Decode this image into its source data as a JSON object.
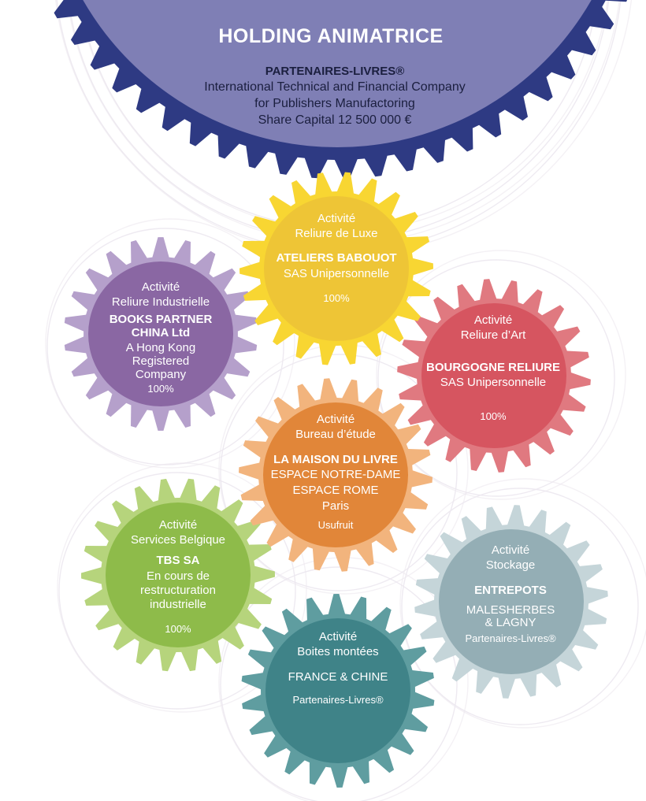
{
  "holding": {
    "title": "HOLDING ANIMATRICE",
    "name": "PARTENAIRES-LIVRES®",
    "line1": "International Technical and Financial Company",
    "line2": "for Publishers Manufactoring",
    "line3": "Share Capital 12 500 000 €"
  },
  "gears": {
    "luxe": {
      "label": "Activité\nReliure de Luxe",
      "name": "ATELIERS BABOUOT",
      "sub": "SAS Unipersonnelle",
      "footer": "100%",
      "color": "#eec536",
      "outer_color": "#f8d632"
    },
    "industrielle": {
      "label": "Activité\nReliure Industrielle",
      "name": "BOOKS PARTNER\nCHINA  Ltd",
      "sub": "A Hong Kong\nRegistered\nCompany",
      "footer": "100%",
      "color": "#8a67a3",
      "outer_color": "#b5a0cb"
    },
    "art": {
      "label": "Activité\nReliure d’Art",
      "name": "BOURGOGNE RELIURE",
      "sub": "SAS Unipersonnelle",
      "footer": "100%",
      "color": "#d65560",
      "outer_color": "#e07980"
    },
    "etude": {
      "label": "Activité\nBureau d’étude",
      "name": "LA MAISON DU LIVRE",
      "sub": "ESPACE NOTRE-DAME\nESPACE ROME\nParis",
      "footer": "Usufruit",
      "color": "#e18639",
      "outer_color": "#f2b47d"
    },
    "belgique": {
      "label": "Activité\nServices Belgique",
      "name": "TBS SA",
      "sub": "En cours de\nrestructuration\nindustrielle",
      "footer": "100%",
      "color": "#8ebb4a",
      "outer_color": "#b6d47c"
    },
    "stockage": {
      "label": "Activité\nStockage",
      "name": "ENTREPOTS",
      "sub": "MALESHERBES\n& LAGNY",
      "footer": "Partenaires-Livres®",
      "color": "#94aeb5",
      "outer_color": "#c5d5d9"
    },
    "boites": {
      "label": "Activité\nBoites montées",
      "name": "",
      "sub": "FRANCE & CHINE",
      "footer": "Partenaires-Livres®",
      "color": "#3f8388",
      "outer_color": "#5f9da0"
    }
  },
  "big_gear": {
    "color": "#7f7fb5",
    "teeth_color": "#2e3a83"
  }
}
